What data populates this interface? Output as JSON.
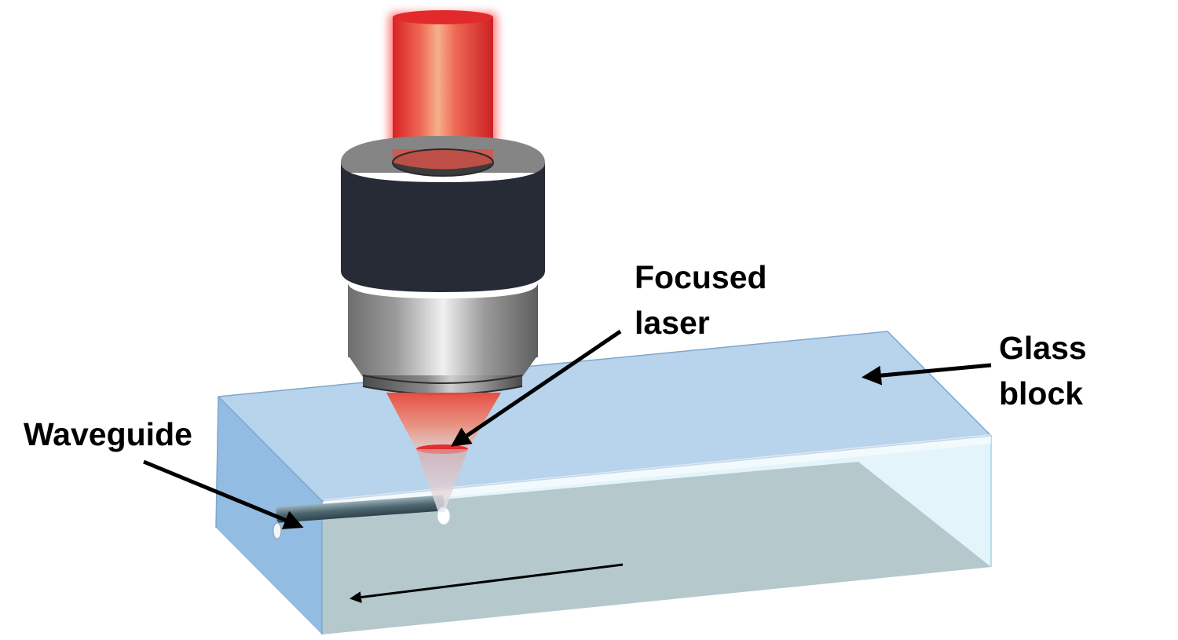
{
  "labels": {
    "focused_laser": {
      "line1": "Focused",
      "line2": "laser"
    },
    "glass_block": {
      "line1": "Glass",
      "line2": "block"
    },
    "waveguide": "Waveguide"
  },
  "colors": {
    "laser_red": "#e8282a",
    "laser_core": "#f4a07c",
    "objective_housing": "#262b36",
    "objective_ring": "#8a8a8a",
    "objective_barrel": "#a8a8a8",
    "glass_top": "#b7d3ec",
    "glass_front": "#e6f5fb",
    "glass_side": "#8cb8e0",
    "waveguide": "#6f8a94",
    "arrow": "#000000"
  }
}
